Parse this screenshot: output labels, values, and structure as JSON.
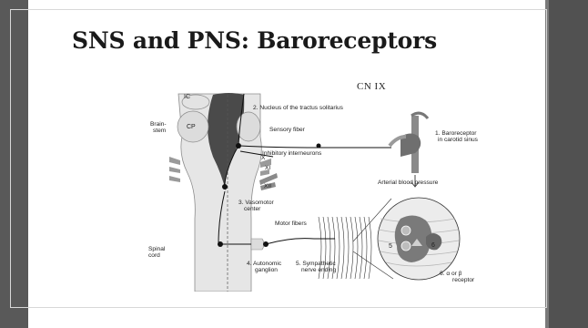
{
  "slide": {
    "title": "SNS and PNS: Baroreceptors",
    "cn_label": "CN IX"
  },
  "diagram": {
    "ic": "IC",
    "cp": "CP",
    "brainstem_1": "Brain-",
    "brainstem_2": "stem",
    "cn_x": "X",
    "cn_xi": "XI",
    "cn_xii": "XII",
    "spinal_1": "Spinal",
    "spinal_2": "cord",
    "nucleus": "2. Nucleus of the tractus solitarius",
    "sensory_fiber": "Sensory fiber",
    "inhibitory": "Inhibitory interneurons",
    "baro_1": "1. Baroreceptor",
    "baro_2": "in carotid sinus",
    "arterial": "Arterial blood pressure",
    "vaso_1": "3. Vasomotor",
    "vaso_2": "center",
    "motor_fibers": "Motor fibers",
    "auto_1": "4. Autonomic",
    "auto_2": "ganglion",
    "symp_1": "5. Sympathetic",
    "symp_2": "nerve ending",
    "receptor_1": "6. α or β",
    "receptor_2": "receptor",
    "cell_5": "5",
    "cell_6": "6"
  }
}
